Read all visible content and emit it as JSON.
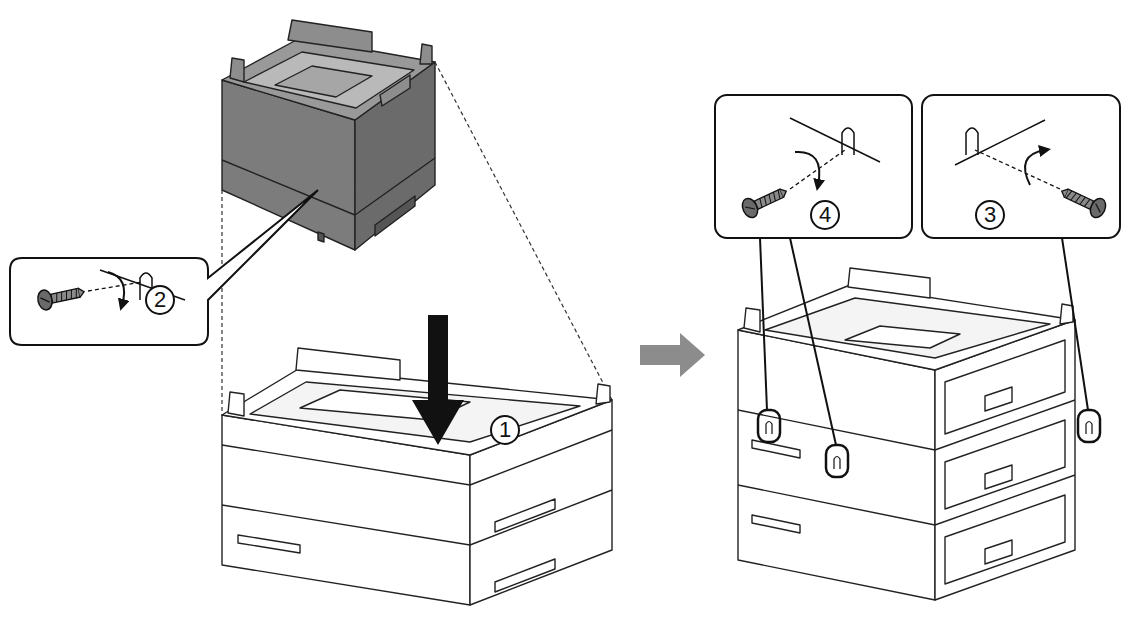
{
  "diagram": {
    "labels": [
      "2",
      "1",
      "4",
      "3"
    ]
  }
}
